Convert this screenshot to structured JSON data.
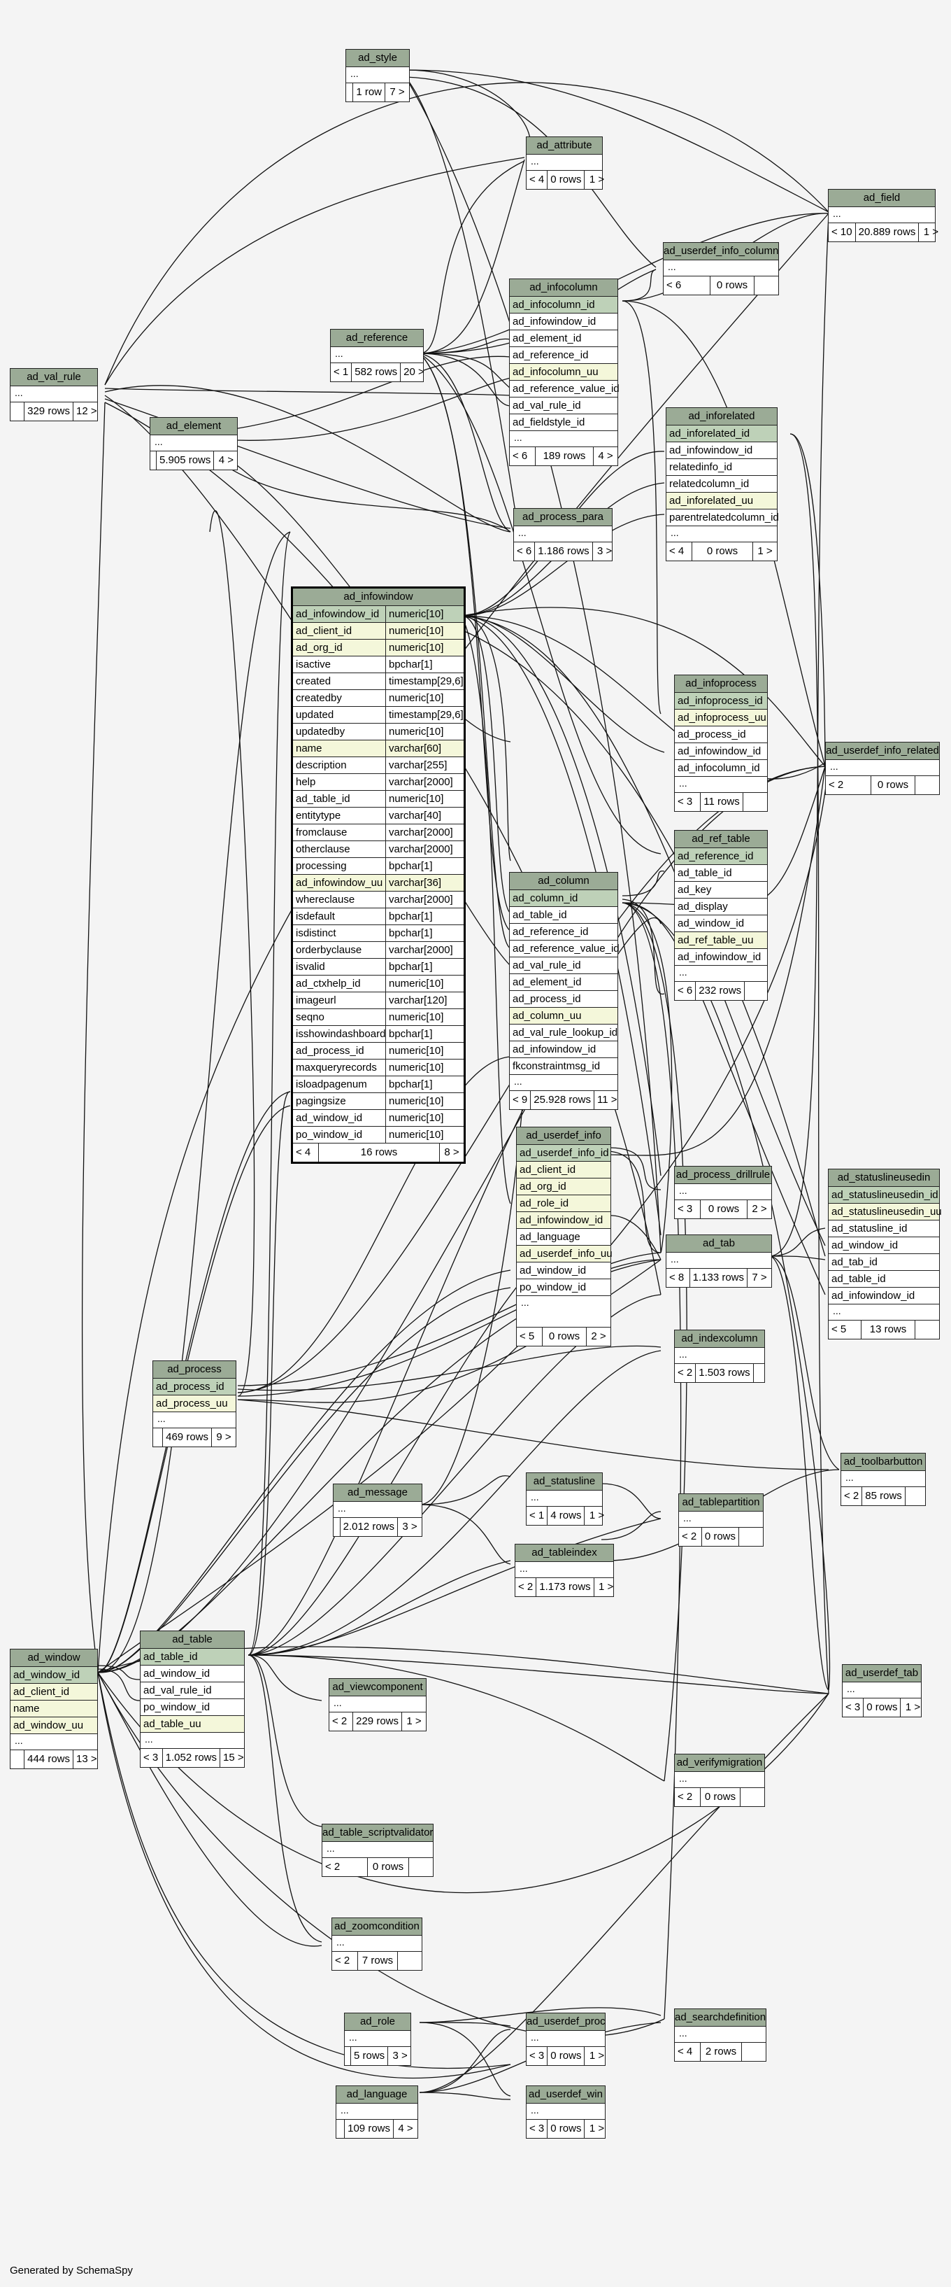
{
  "footer": "Generated by SchemaSpy",
  "tables": {
    "ad_style": {
      "name": "ad_style",
      "foot": [
        "",
        "1 row",
        "7 >"
      ]
    },
    "ad_attribute": {
      "name": "ad_attribute",
      "foot": [
        "< 4",
        "0 rows",
        "1 >"
      ]
    },
    "ad_field": {
      "name": "ad_field",
      "foot": [
        "< 10",
        "20.889 rows",
        "1 >"
      ]
    },
    "ad_userdef_info_column": {
      "name": "ad_userdef_info_column",
      "foot": [
        "< 6",
        "0 rows",
        ""
      ]
    },
    "ad_infocolumn": {
      "name": "ad_infocolumn",
      "cols": [
        "ad_infocolumn_id",
        "ad_infowindow_id",
        "ad_element_id",
        "ad_reference_id",
        "ad_infocolumn_uu",
        "ad_reference_value_id",
        "ad_val_rule_id",
        "ad_fieldstyle_id"
      ],
      "foot": [
        "< 6",
        "189 rows",
        "4 >"
      ]
    },
    "ad_reference": {
      "name": "ad_reference",
      "foot": [
        "< 1",
        "582 rows",
        "20 >"
      ]
    },
    "ad_val_rule": {
      "name": "ad_val_rule",
      "foot": [
        "",
        "329 rows",
        "12 >"
      ]
    },
    "ad_element": {
      "name": "ad_element",
      "foot": [
        "",
        "5.905 rows",
        "4 >"
      ]
    },
    "ad_inforelated": {
      "name": "ad_inforelated",
      "cols": [
        "ad_inforelated_id",
        "ad_infowindow_id",
        "relatedinfo_id",
        "relatedcolumn_id",
        "ad_inforelated_uu",
        "parentrelatedcolumn_id"
      ],
      "foot": [
        "< 4",
        "0 rows",
        "1 >"
      ]
    },
    "ad_process_para": {
      "name": "ad_process_para",
      "foot": [
        "< 6",
        "1.186 rows",
        "3 >"
      ]
    },
    "ad_infowindow": {
      "name": "ad_infowindow",
      "cols": [
        [
          "ad_infowindow_id",
          "numeric[10]"
        ],
        [
          "ad_client_id",
          "numeric[10]"
        ],
        [
          "ad_org_id",
          "numeric[10]"
        ],
        [
          "isactive",
          "bpchar[1]"
        ],
        [
          "created",
          "timestamp[29,6]"
        ],
        [
          "createdby",
          "numeric[10]"
        ],
        [
          "updated",
          "timestamp[29,6]"
        ],
        [
          "updatedby",
          "numeric[10]"
        ],
        [
          "name",
          "varchar[60]"
        ],
        [
          "description",
          "varchar[255]"
        ],
        [
          "help",
          "varchar[2000]"
        ],
        [
          "ad_table_id",
          "numeric[10]"
        ],
        [
          "entitytype",
          "varchar[40]"
        ],
        [
          "fromclause",
          "varchar[2000]"
        ],
        [
          "otherclause",
          "varchar[2000]"
        ],
        [
          "processing",
          "bpchar[1]"
        ],
        [
          "ad_infowindow_uu",
          "varchar[36]"
        ],
        [
          "whereclause",
          "varchar[2000]"
        ],
        [
          "isdefault",
          "bpchar[1]"
        ],
        [
          "isdistinct",
          "bpchar[1]"
        ],
        [
          "orderbyclause",
          "varchar[2000]"
        ],
        [
          "isvalid",
          "bpchar[1]"
        ],
        [
          "ad_ctxhelp_id",
          "numeric[10]"
        ],
        [
          "imageurl",
          "varchar[120]"
        ],
        [
          "seqno",
          "numeric[10]"
        ],
        [
          "isshowindashboard",
          "bpchar[1]"
        ],
        [
          "ad_process_id",
          "numeric[10]"
        ],
        [
          "maxqueryrecords",
          "numeric[10]"
        ],
        [
          "isloadpagenum",
          "bpchar[1]"
        ],
        [
          "pagingsize",
          "numeric[10]"
        ],
        [
          "ad_window_id",
          "numeric[10]"
        ],
        [
          "po_window_id",
          "numeric[10]"
        ]
      ],
      "foot": [
        "< 4",
        "16 rows",
        "8 >"
      ]
    },
    "ad_infoprocess": {
      "name": "ad_infoprocess",
      "cols": [
        "ad_infoprocess_id",
        "ad_infoprocess_uu",
        "ad_process_id",
        "ad_infowindow_id",
        "ad_infocolumn_id"
      ],
      "foot": [
        "< 3",
        "11 rows",
        ""
      ]
    },
    "ad_userdef_info_related": {
      "name": "ad_userdef_info_related",
      "foot": [
        "< 2",
        "0 rows",
        ""
      ]
    },
    "ad_ref_table": {
      "name": "ad_ref_table",
      "cols": [
        "ad_reference_id",
        "ad_table_id",
        "ad_key",
        "ad_display",
        "ad_window_id",
        "ad_ref_table_uu",
        "ad_infowindow_id"
      ],
      "foot": [
        "< 6",
        "232 rows",
        ""
      ]
    },
    "ad_column": {
      "name": "ad_column",
      "cols": [
        "ad_column_id",
        "ad_table_id",
        "ad_reference_id",
        "ad_reference_value_id",
        "ad_val_rule_id",
        "ad_element_id",
        "ad_process_id",
        "ad_column_uu",
        "ad_val_rule_lookup_id",
        "ad_infowindow_id",
        "fkconstraintmsg_id"
      ],
      "foot": [
        "< 9",
        "25.928 rows",
        "11 >"
      ]
    },
    "ad_userdef_info": {
      "name": "ad_userdef_info",
      "cols": [
        "ad_userdef_info_id",
        "ad_client_id",
        "ad_org_id",
        "ad_role_id",
        "ad_infowindow_id",
        "ad_language",
        "ad_userdef_info_uu",
        "ad_window_id",
        "po_window_id"
      ],
      "foot": [
        "< 5",
        "0 rows",
        "2 >"
      ]
    },
    "ad_process_drillrule": {
      "name": "ad_process_drillrule",
      "foot": [
        "< 3",
        "0 rows",
        "2 >"
      ]
    },
    "ad_statuslineusedin": {
      "name": "ad_statuslineusedin",
      "cols": [
        "ad_statuslineusedin_id",
        "ad_statuslineusedin_uu",
        "ad_statusline_id",
        "ad_window_id",
        "ad_tab_id",
        "ad_table_id",
        "ad_infowindow_id"
      ],
      "foot": [
        "< 5",
        "13 rows",
        ""
      ]
    },
    "ad_tab": {
      "name": "ad_tab",
      "foot": [
        "< 8",
        "1.133 rows",
        "7 >"
      ]
    },
    "ad_indexcolumn": {
      "name": "ad_indexcolumn",
      "foot": [
        "< 2",
        "1.503 rows",
        ""
      ]
    },
    "ad_process": {
      "name": "ad_process",
      "cols": [
        "ad_process_id",
        "ad_process_uu"
      ],
      "foot": [
        "",
        "469 rows",
        "9 >"
      ]
    },
    "ad_message": {
      "name": "ad_message",
      "foot": [
        "",
        "2.012 rows",
        "3 >"
      ]
    },
    "ad_statusline": {
      "name": "ad_statusline",
      "foot": [
        "< 1",
        "4 rows",
        "1 >"
      ]
    },
    "ad_tablepartition": {
      "name": "ad_tablepartition",
      "foot": [
        "< 2",
        "0 rows",
        ""
      ]
    },
    "ad_toolbarbutton": {
      "name": "ad_toolbarbutton",
      "foot": [
        "< 2",
        "85 rows",
        ""
      ]
    },
    "ad_tableindex": {
      "name": "ad_tableindex",
      "foot": [
        "< 2",
        "1.173 rows",
        "1 >"
      ]
    },
    "ad_window": {
      "name": "ad_window",
      "cols": [
        "ad_window_id",
        "ad_client_id",
        "name",
        "ad_window_uu"
      ],
      "foot": [
        "",
        "444 rows",
        "13 >"
      ]
    },
    "ad_table": {
      "name": "ad_table",
      "cols": [
        "ad_table_id",
        "ad_window_id",
        "ad_val_rule_id",
        "po_window_id",
        "ad_table_uu"
      ],
      "foot": [
        "< 3",
        "1.052 rows",
        "15 >"
      ]
    },
    "ad_viewcomponent": {
      "name": "ad_viewcomponent",
      "foot": [
        "< 2",
        "229 rows",
        "1 >"
      ]
    },
    "ad_userdef_tab": {
      "name": "ad_userdef_tab",
      "foot": [
        "< 3",
        "0 rows",
        "1 >"
      ]
    },
    "ad_verifymigration": {
      "name": "ad_verifymigration",
      "foot": [
        "< 2",
        "0 rows",
        ""
      ]
    },
    "ad_table_scriptvalidator": {
      "name": "ad_table_scriptvalidator",
      "foot": [
        "< 2",
        "0 rows",
        ""
      ]
    },
    "ad_zoomcondition": {
      "name": "ad_zoomcondition",
      "foot": [
        "< 2",
        "7 rows",
        ""
      ]
    },
    "ad_role": {
      "name": "ad_role",
      "foot": [
        "",
        "5 rows",
        "3 >"
      ]
    },
    "ad_userdef_proc": {
      "name": "ad_userdef_proc",
      "foot": [
        "< 3",
        "0 rows",
        "1 >"
      ]
    },
    "ad_searchdefinition": {
      "name": "ad_searchdefinition",
      "foot": [
        "< 4",
        "2 rows",
        ""
      ]
    },
    "ad_language": {
      "name": "ad_language",
      "foot": [
        "",
        "109 rows",
        "4 >"
      ]
    },
    "ad_userdef_win": {
      "name": "ad_userdef_win",
      "foot": [
        "< 3",
        "0 rows",
        "1 >"
      ]
    }
  }
}
